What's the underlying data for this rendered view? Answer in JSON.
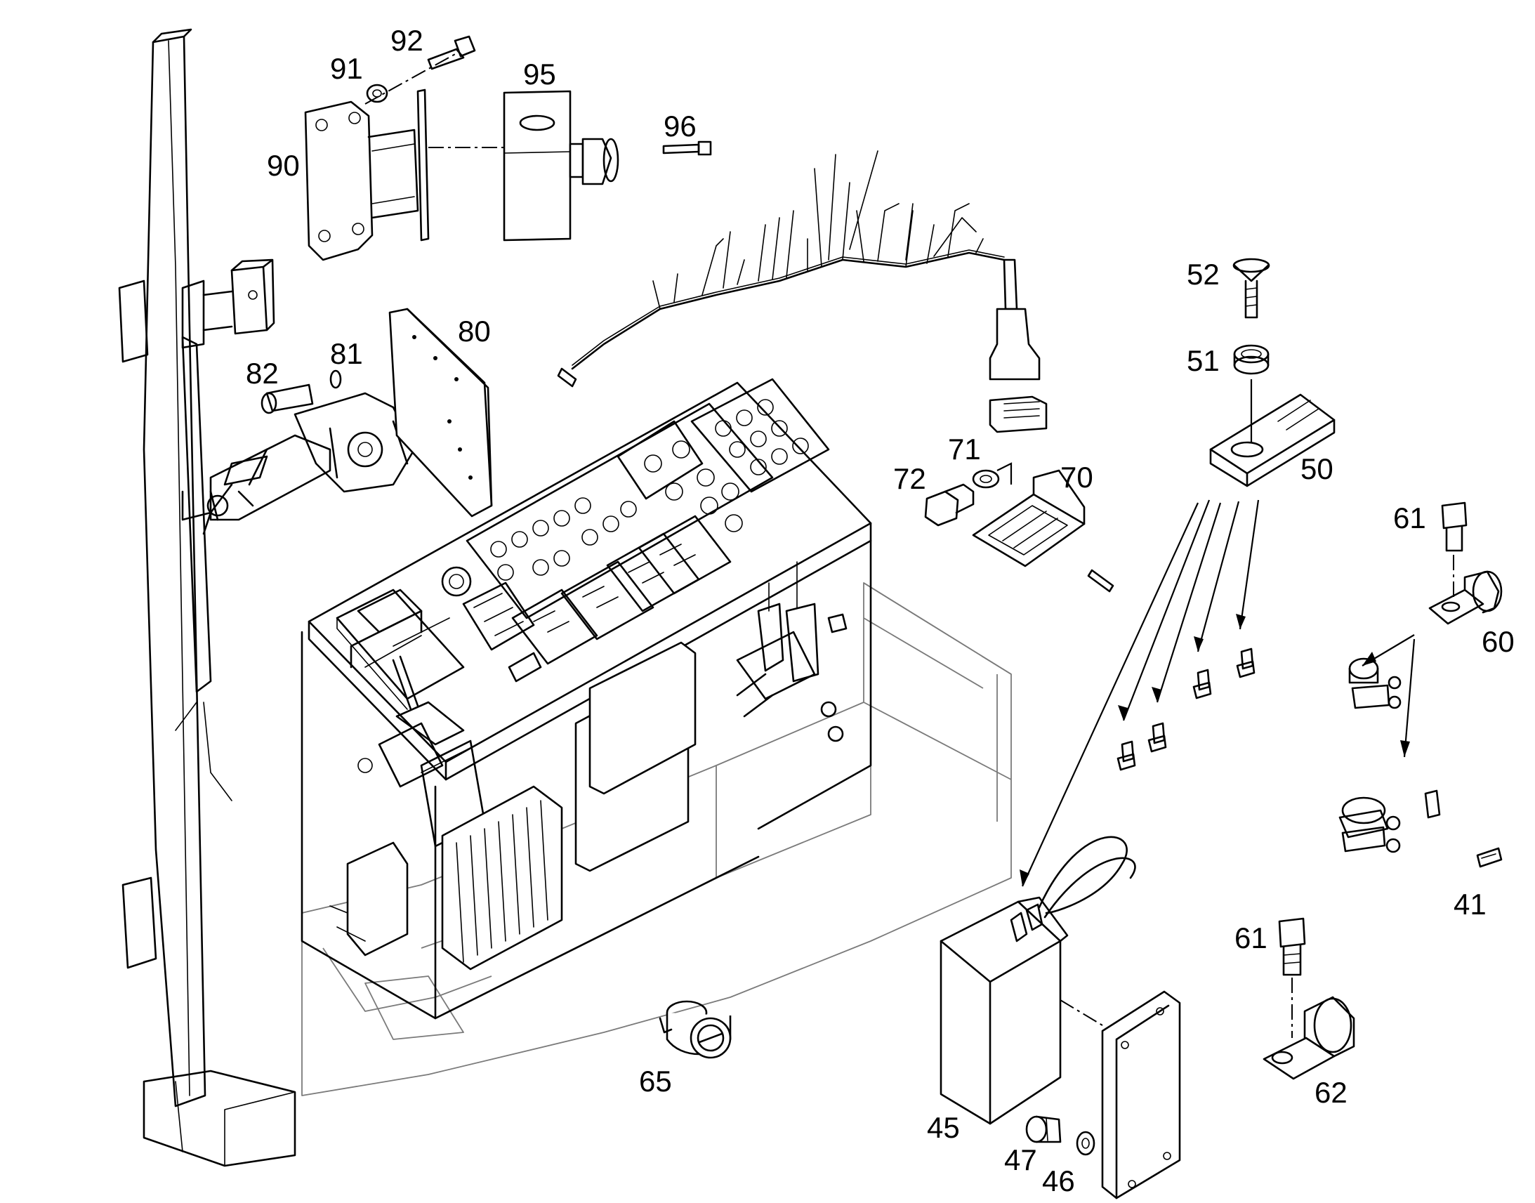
{
  "callouts": {
    "c92": "92",
    "c91": "91",
    "c95": "95",
    "c96": "96",
    "c90": "90",
    "c80": "80",
    "c81": "81",
    "c82": "82",
    "c52": "52",
    "c51": "51",
    "c50": "50",
    "c71": "71",
    "c72": "72",
    "c70": "70",
    "c61a": "61",
    "c60": "60",
    "c41": "41",
    "c61b": "61",
    "c62": "62",
    "c65": "65",
    "c45": "45",
    "c47": "47",
    "c46": "46"
  },
  "colors": {
    "line": "#000000",
    "background_frame": "#7a7a7a",
    "paper": "#ffffff"
  }
}
